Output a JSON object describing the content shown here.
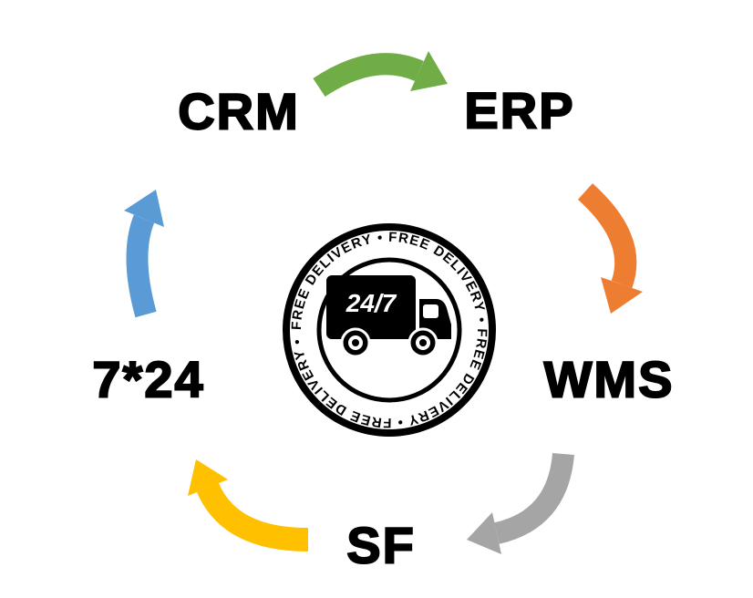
{
  "background": "#ffffff",
  "cycle": {
    "nodes": [
      {
        "id": "crm",
        "label": "CRM"
      },
      {
        "id": "erp",
        "label": "ERP"
      },
      {
        "id": "wms",
        "label": "WMS"
      },
      {
        "id": "sf",
        "label": "SF"
      },
      {
        "id": "support",
        "label": "7*24"
      }
    ],
    "arrows": [
      {
        "from": "CRM",
        "to": "ERP",
        "color": "#70AD47"
      },
      {
        "from": "ERP",
        "to": "WMS",
        "color": "#ED7D31"
      },
      {
        "from": "WMS",
        "to": "SF",
        "color": "#A5A5A5"
      },
      {
        "from": "SF",
        "to": "7*24",
        "color": "#FFC000"
      },
      {
        "from": "7*24",
        "to": "CRM",
        "color": "#5B9BD5"
      }
    ]
  },
  "badge": {
    "ring_text": "FREE DELIVERY • FREE DELIVERY • FREE DELIVERY • FREE DELIVERY •",
    "truck_label": "24/7",
    "color": "#000000"
  }
}
